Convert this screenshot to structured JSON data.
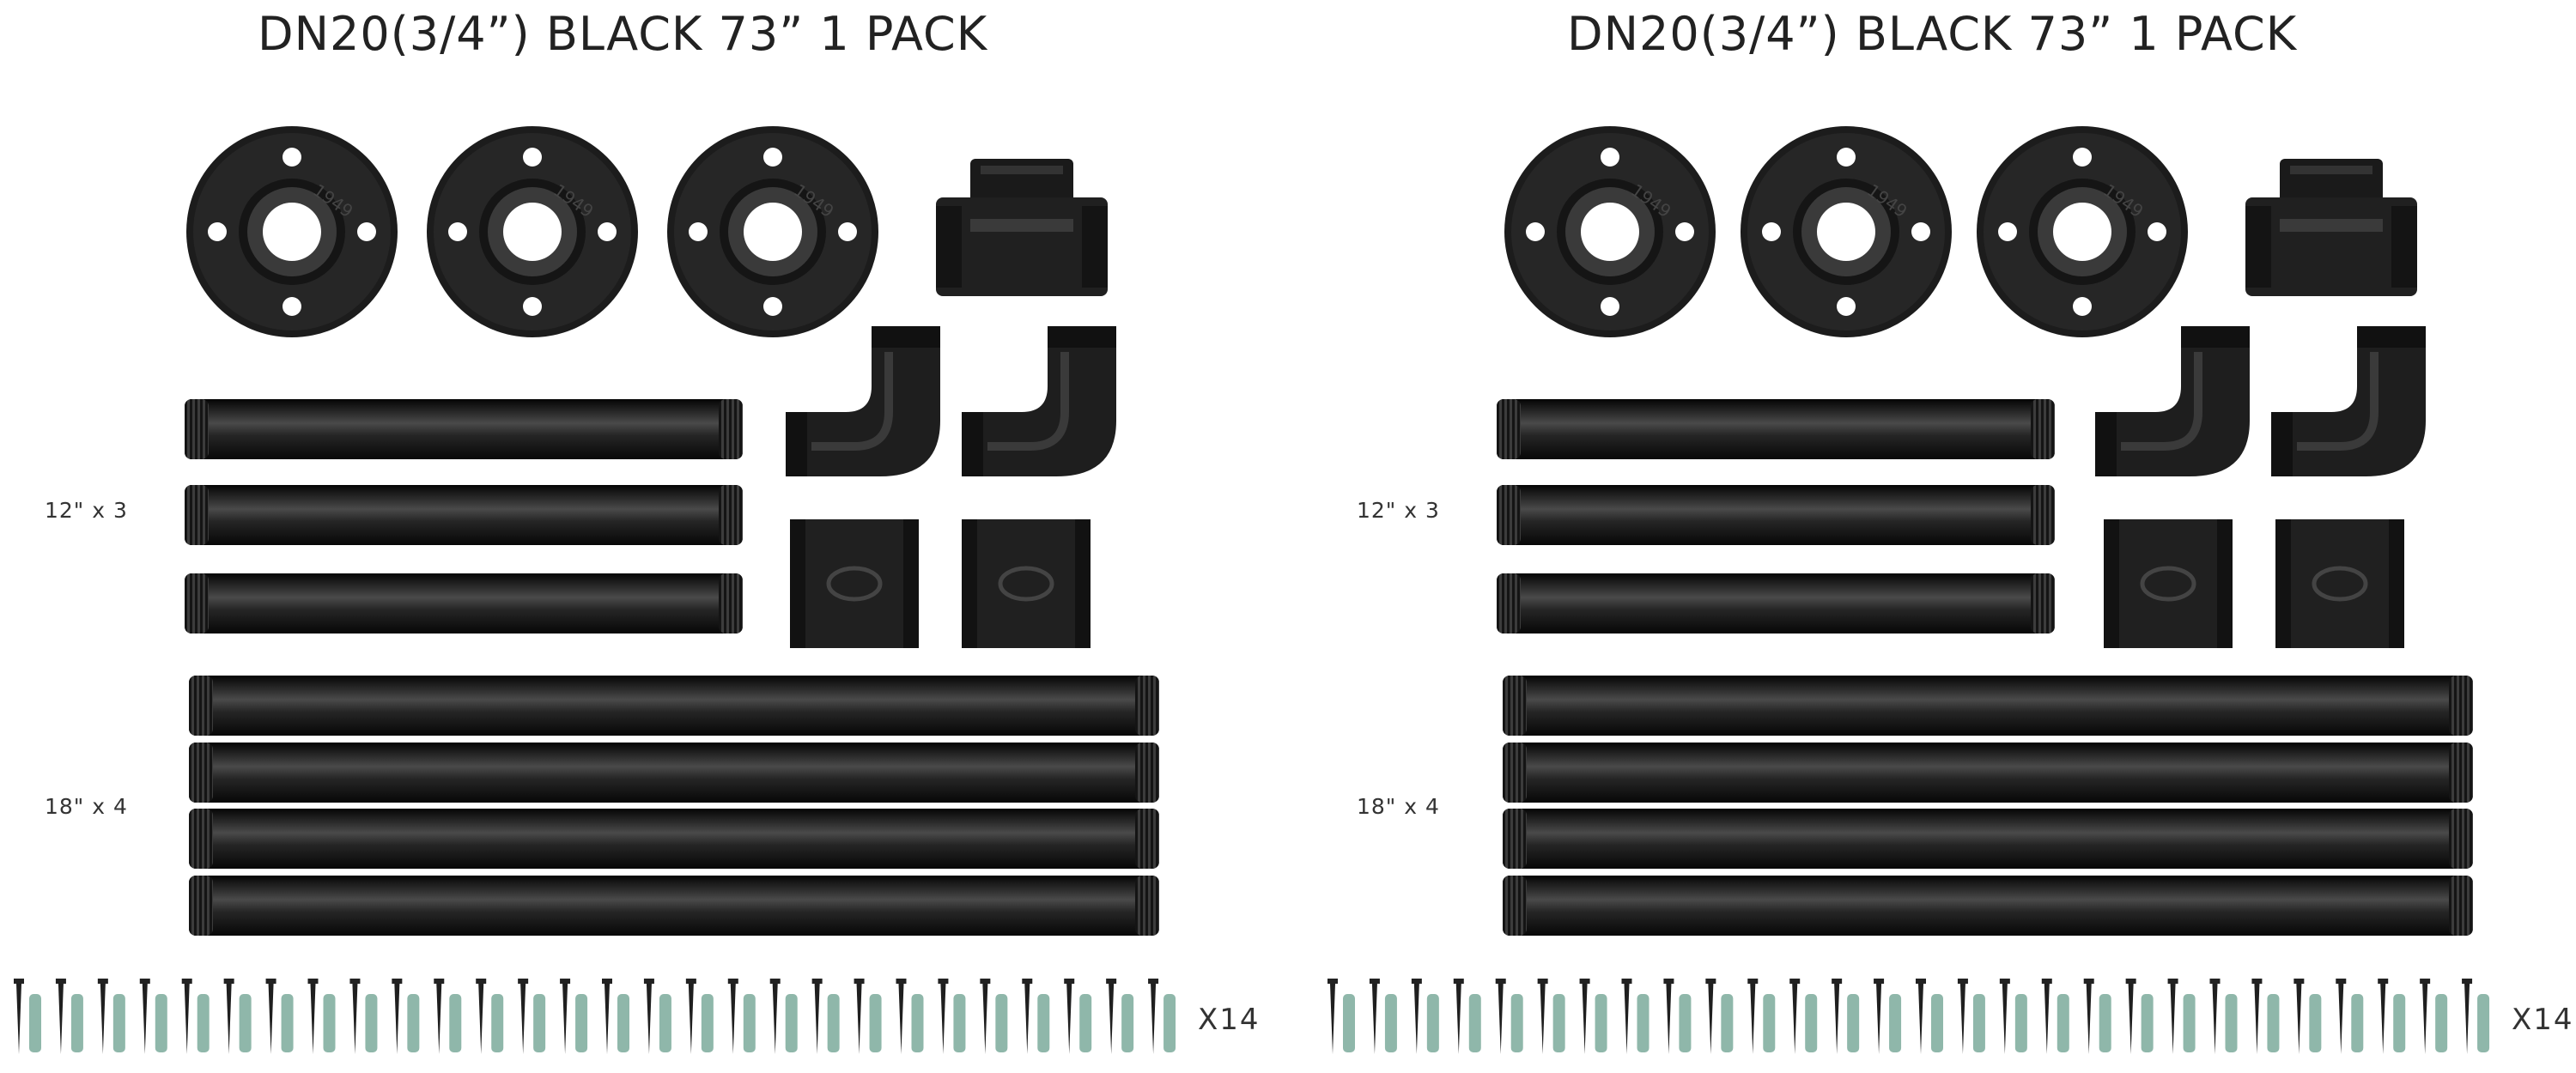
{
  "panels": [
    {
      "title": "DN20(3/4”) BLACK 73” 1 PACK",
      "short_pipe_label": "12\" x 3",
      "long_pipe_label": "18\" x 4",
      "hardware_label": "X14"
    },
    {
      "title": "DN20(3/4”) BLACK 73” 1 PACK",
      "short_pipe_label": "12\" x 3",
      "long_pipe_label": "18\" x 4",
      "hardware_label": "X14"
    }
  ],
  "flange_marking": "1949",
  "colors": {
    "background": "#ffffff",
    "iron": "#1b1b1b",
    "anchor": "#8fb7aa",
    "text": "#222222"
  }
}
